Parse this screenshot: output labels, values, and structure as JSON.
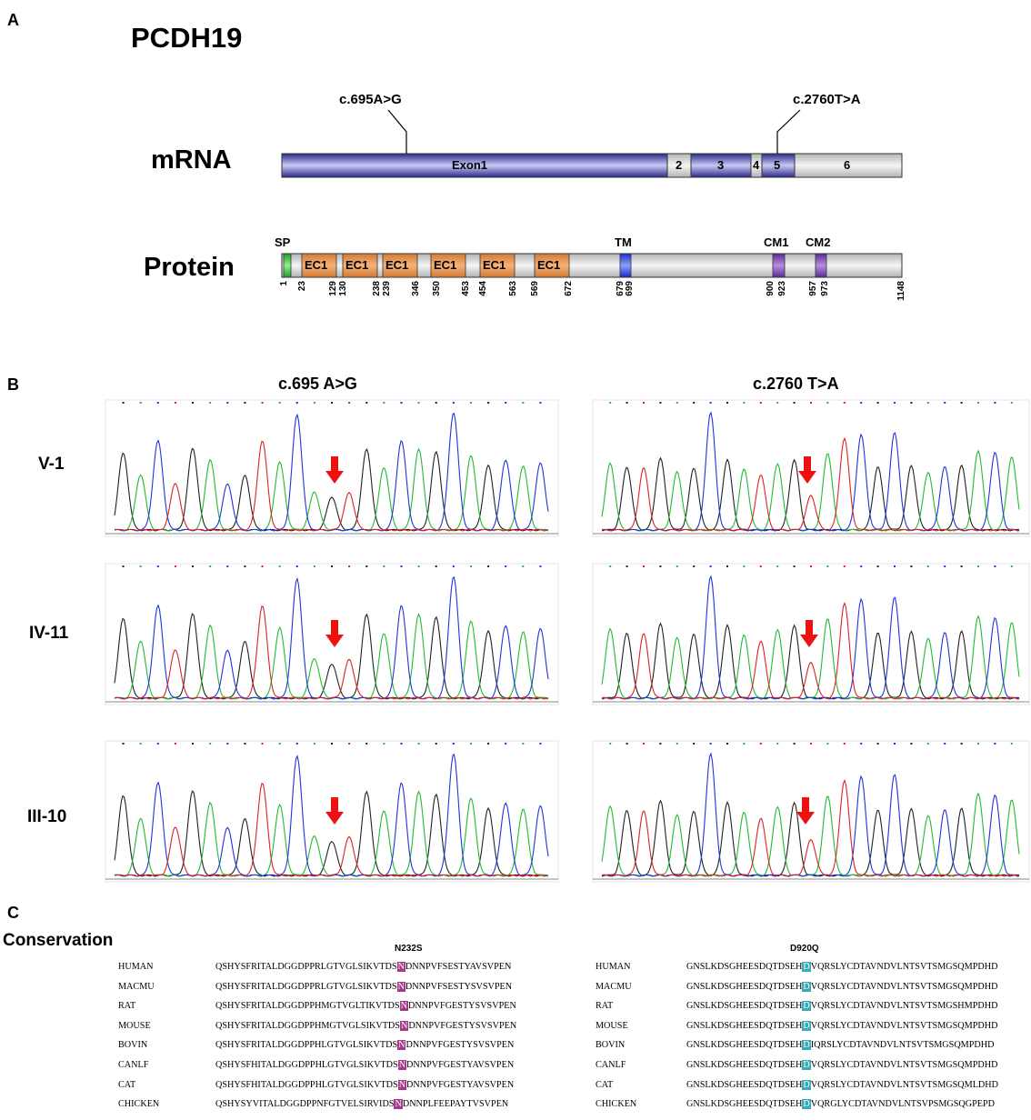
{
  "panels": {
    "a": "A",
    "b": "B",
    "c": "C"
  },
  "gene": "PCDH19",
  "mrna": {
    "label": "mRNA",
    "mutation_left": "c.695A>G",
    "mutation_right": "c.2760T>A",
    "exons": [
      "Exon1",
      "2",
      "3",
      "4",
      "5",
      "6"
    ]
  },
  "protein": {
    "label": "Protein",
    "domains": {
      "sp": "SP",
      "ec": [
        "EC1",
        "EC1",
        "EC1",
        "EC1",
        "EC1",
        "EC1"
      ],
      "tm": "TM",
      "cm1": "CM1",
      "cm2": "CM2"
    },
    "positions": [
      "1",
      "23",
      "129",
      "130",
      "238",
      "239",
      "346",
      "350",
      "453",
      "454",
      "563",
      "569",
      "672",
      "679",
      "699",
      "900",
      "923",
      "957",
      "973",
      "1148"
    ]
  },
  "traces": {
    "titles": [
      "c.695 A>G",
      "c.2760 T>A"
    ],
    "samples": [
      "V-1",
      "IV-11",
      "III-10"
    ]
  },
  "conservation": {
    "title": "Conservation",
    "left_mutation": "N232S",
    "right_mutation": "D920Q",
    "species": [
      "HUMAN",
      "MACMU",
      "RAT",
      "MOUSE",
      "BOVIN",
      "CANLF",
      "CAT",
      "CHICKEN"
    ],
    "left": {
      "pre": [
        "QSHYSFRITALDGGDPPRLGTVGLSIKVTDS",
        "QSHYSFRITALDGGDPPRLGTVGLSIKVTDS",
        "QSHYSFRITALDGGDPPHMGTVGLTIKVTDS",
        "QSHYSFRITALDGGDPPHMGTVGLSIKVTDS",
        "QSHYSFRITALDGGDPPHLGTVGLSIKVTDS",
        "QSHYSFHITALDGGDPPHLGTVGLSIKVTDS",
        "QSHYSFHITALDGGDPPHLGTVGLSIKVTDS",
        "QSHYSYVITALDGGDPPNFGTVELSIRVIDS"
      ],
      "mid": [
        "N",
        "N",
        "N",
        "N",
        "N",
        "N",
        "N",
        "N"
      ],
      "post": [
        "DNNPVFSESTYAVSVPEN",
        "DNNPVFSESTYSVSVPEN",
        "DNNPVFGESTYSVSVPEN",
        "DNNPVFGESTYSVSVPEN",
        "DNNPVFGESTYSVSVPEN",
        "DNNPVFGESTYAVSVPEN",
        "DNNPVFGESTYAVSVPEN",
        "DNNPLFEEPAYTVSVPEN"
      ]
    },
    "right": {
      "pre": [
        "GNSLKDSGHEESDQTDSEH",
        "GNSLKDSGHEESDQTDSEH",
        "GNSLKDSGHEESDQTDSEH",
        "GNSLKDSGHEESDQTDSEH",
        "GNSLKDSGHEESDQTDSEH",
        "GNSLKDSGHEESDQTDSEH",
        "GNSLKDSGHEESDQTDSEH",
        "GNSLKDSGHEESDQTDSEH"
      ],
      "mid": [
        "D",
        "D",
        "D",
        "D",
        "D",
        "D",
        "D",
        "D"
      ],
      "post": [
        "VQRSLYCDTAVNDVLNTSVTSMGSQMPDHD",
        "VQRSLYCDTAVNDVLNTSVTSMGSQMPDHD",
        "VQRSLYCDTAVNDVLNTSVTSMGSHMPDHD",
        "VQRSLYCDTAVNDVLNTSVTSMGSQMPDHD",
        "IQRSLYCDTAVNDVLNTSVTSMGSQMPDHD",
        "VQRSLYCDTAVNDVLNTSVTSMGSQMPDHD",
        "VQRSLYCDTAVNDVLNTSVTSMGSQMLDHD",
        "VQRGLYCDTAVNDVLNTSVPSMGSQGPEPD"
      ]
    }
  },
  "colors": {
    "exon_blue": "#2a2a9a",
    "grey": "#d4d4d4",
    "ec_orange": "#e0924f",
    "sp_green": "#3fbf3f",
    "tm_blue": "#2f3fe0",
    "cm_purple": "#7a3fb0",
    "arrow_red": "#ee1111",
    "hl_left": "#a4388a",
    "hl_right": "#3aa9b8",
    "trace_black": "#222222",
    "trace_green": "#22bb33",
    "trace_blue": "#2233dd",
    "trace_red": "#dd2222"
  }
}
